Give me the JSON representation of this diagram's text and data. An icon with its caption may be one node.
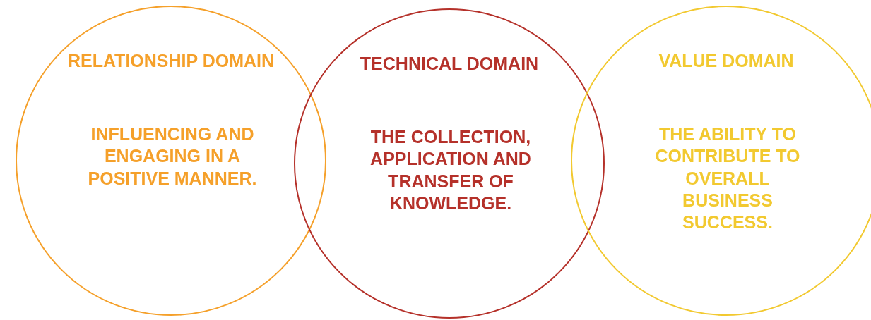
{
  "diagram": {
    "nodes": [
      {
        "text": [
          "RELATIONSHIP DOMAIN",
          "INFLUENCING AND ENGAGING IN A POSITIVE MANNER."
        ]
      },
      {
        "text": [
          "TECHNICAL DOMAIN",
          "THE COLLECTION, APPLICATION AND TRANSFER OF KNOWLEDGE."
        ]
      },
      {
        "text": [
          "VALUE DOMAIN",
          "THE ABILITY TO CONTRIBUTE TO OVERALL BUSINESS SUCCESS."
        ]
      }
    ]
  }
}
